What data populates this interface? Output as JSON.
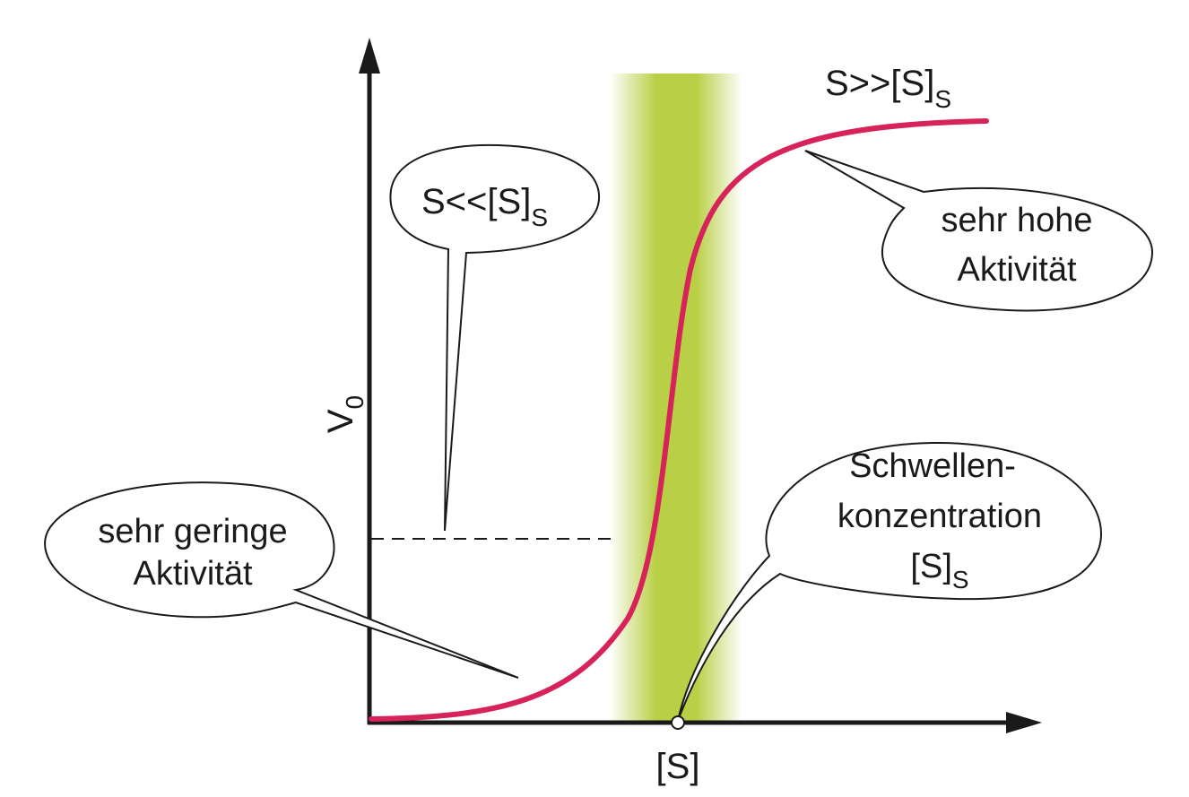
{
  "colors": {
    "curve": "#d6235a",
    "band": "#b9cf45",
    "ink": "#1a1a1a"
  },
  "axes": {
    "y_label_main": "V",
    "y_label_sub": "0",
    "x_label": "[S]"
  },
  "labels": {
    "top_right_main": "S>>[S]",
    "top_right_sub": "S",
    "left_bubble_main": "S<<[S]",
    "left_bubble_sub": "S",
    "low_activity_line1": "sehr geringe",
    "low_activity_line2": "Aktivität",
    "high_activity_line1": "sehr hohe",
    "high_activity_line2": "Aktivität",
    "threshold_line1": "Schwellen-",
    "threshold_line2": "konzentration",
    "threshold_line3_main": "[S]",
    "threshold_line3_sub": "S"
  },
  "icons": {
    "axis_arrows": "triangle-arrow",
    "threshold_marker": "hollow-circle"
  }
}
